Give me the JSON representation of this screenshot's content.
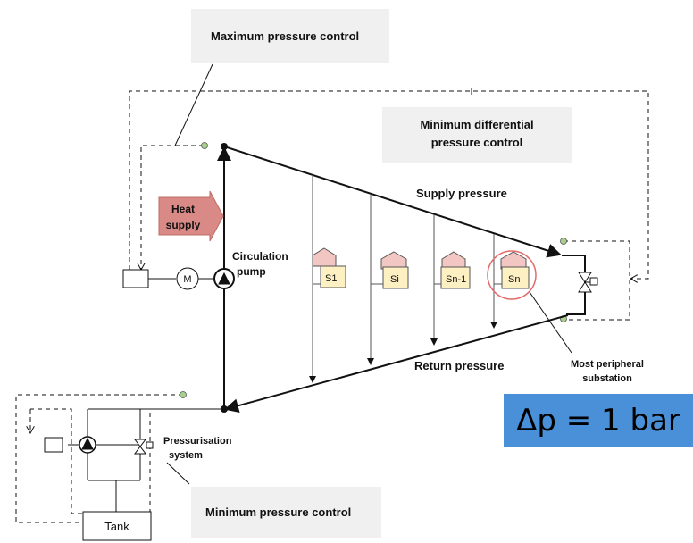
{
  "labels": {
    "max_pressure": "Maximum pressure control",
    "min_diff_line1": "Minimum differential",
    "min_diff_line2": "pressure control",
    "supply_pressure": "Supply pressure",
    "return_pressure": "Return pressure",
    "heat_supply_line1": "Heat",
    "heat_supply_line2": "supply",
    "circ_pump_line1": "Circulation",
    "circ_pump_line2": "pump",
    "motor": "M",
    "substation_1": "S1",
    "substation_i": "Si",
    "substation_n1": "Sn-1",
    "substation_n": "Sn",
    "peripheral_line1": "Most peripheral",
    "peripheral_line2": "substation",
    "pressurisation_line1": "Pressurisation",
    "pressurisation_line2": "system",
    "tank": "Tank",
    "min_pressure": "Minimum pressure control",
    "delta_p": "Δp = 1 bar"
  },
  "colors": {
    "heat_supply_fill": "#d98a86",
    "substation_body": "#fdf0c2",
    "substation_roof": "#f2c6c2",
    "highlight_circle": "#e36a6a",
    "delta_p_box": "#4a90d9",
    "sensor_dot": "#a8d08d"
  }
}
